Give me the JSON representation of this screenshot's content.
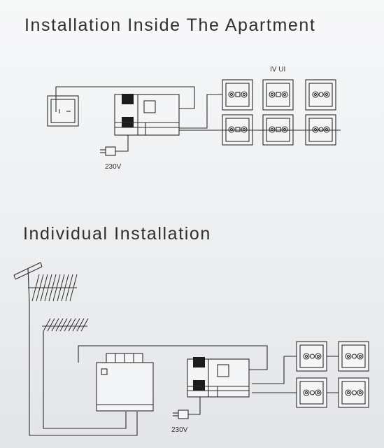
{
  "sections": {
    "apartment": {
      "title": "Installation Inside The Apartment",
      "socket_label": "IV UI",
      "voltage_label": "230V"
    },
    "individual": {
      "title": "Individual Installation",
      "voltage_label": "230V"
    }
  },
  "colors": {
    "line": "#2b2b2b",
    "module_fill": "#1c1c1c",
    "background": "#eceef0"
  },
  "icons": [
    "antenna-icon",
    "wall-outlet-icon",
    "power-plug-icon",
    "tv-socket-icon",
    "distribution-box-icon",
    "power-supply-icon"
  ]
}
